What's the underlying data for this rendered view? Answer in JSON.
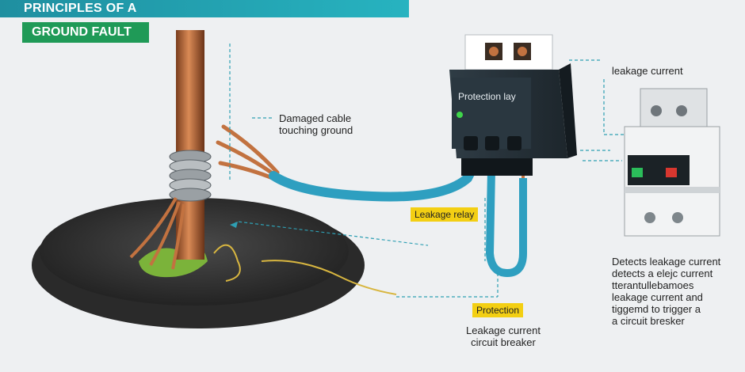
{
  "title": {
    "line1": "PRINCIPLES OF A",
    "line2": "GROUND FAULT"
  },
  "relay": {
    "label": "Protection lay"
  },
  "labels": {
    "damaged_line1": "Damaged cable",
    "damaged_line2": "touching ground",
    "leakage_relay": "Leakage relay",
    "leakage_top": "leakage current",
    "protection": "Protection",
    "breaker_line1": "Leakage current",
    "breaker_line2": "circuit breaker",
    "detect_lines": [
      "Detects leakage current",
      "detects a elejc current",
      "tterantullebamoes",
      "leakage current and",
      "tiggemd to trigger a",
      "a circuit bresker"
    ]
  },
  "colors": {
    "banner_teal": "#27b3c0",
    "banner_green": "#1f9a57",
    "tag_yellow": "#f3cf13",
    "cable_blue": "#2e9fc0",
    "copper": "#b8683a"
  }
}
